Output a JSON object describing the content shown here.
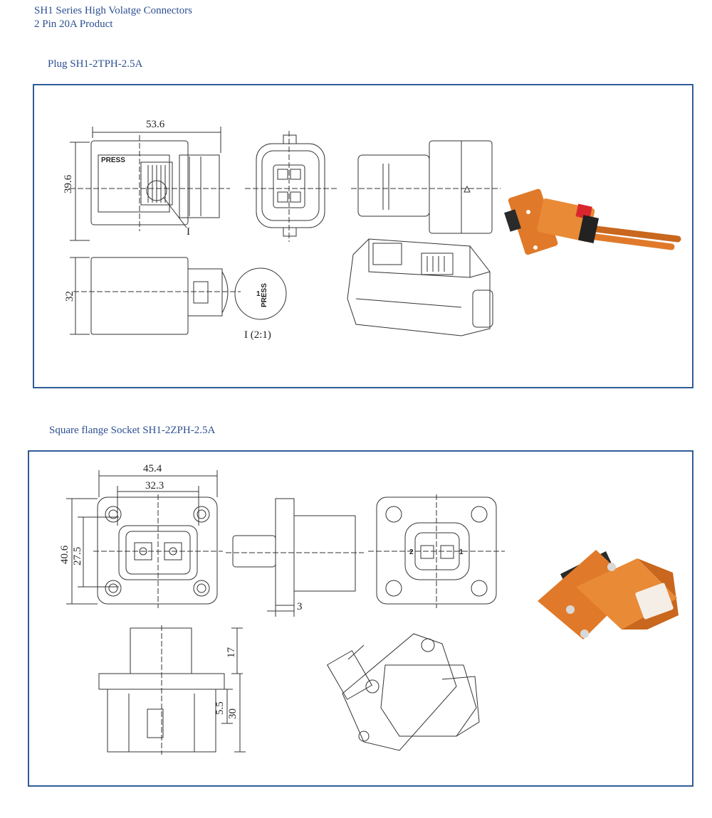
{
  "header": {
    "line1": "SH1 Series High Volatge Connectors",
    "line2": "2 Pin 20A Product"
  },
  "plug": {
    "title": "Plug SH1-2TPH-2.5A",
    "dims": {
      "width": "53.6",
      "height": "39.6",
      "depth": "32"
    },
    "detail_marker": "I",
    "detail_caption": "I (2:1)",
    "press_label": "PRESS",
    "circle_num": "1"
  },
  "socket": {
    "title": "Square flange Socket SH1-2ZPH-2.5A",
    "dims": {
      "outer_width": "45.4",
      "inner_width": "32.3",
      "outer_height": "40.6",
      "inner_height": "27.5",
      "flange": "3",
      "top_height": "17",
      "mid_height": "5.5",
      "total_height": "30"
    },
    "pin_left": "2",
    "pin_right": "1"
  },
  "colors": {
    "border": "#2f5d96",
    "text": "#2c4f92",
    "orange": "#e07a2a",
    "orange_dark": "#b85a18",
    "red": "#d9262e"
  }
}
